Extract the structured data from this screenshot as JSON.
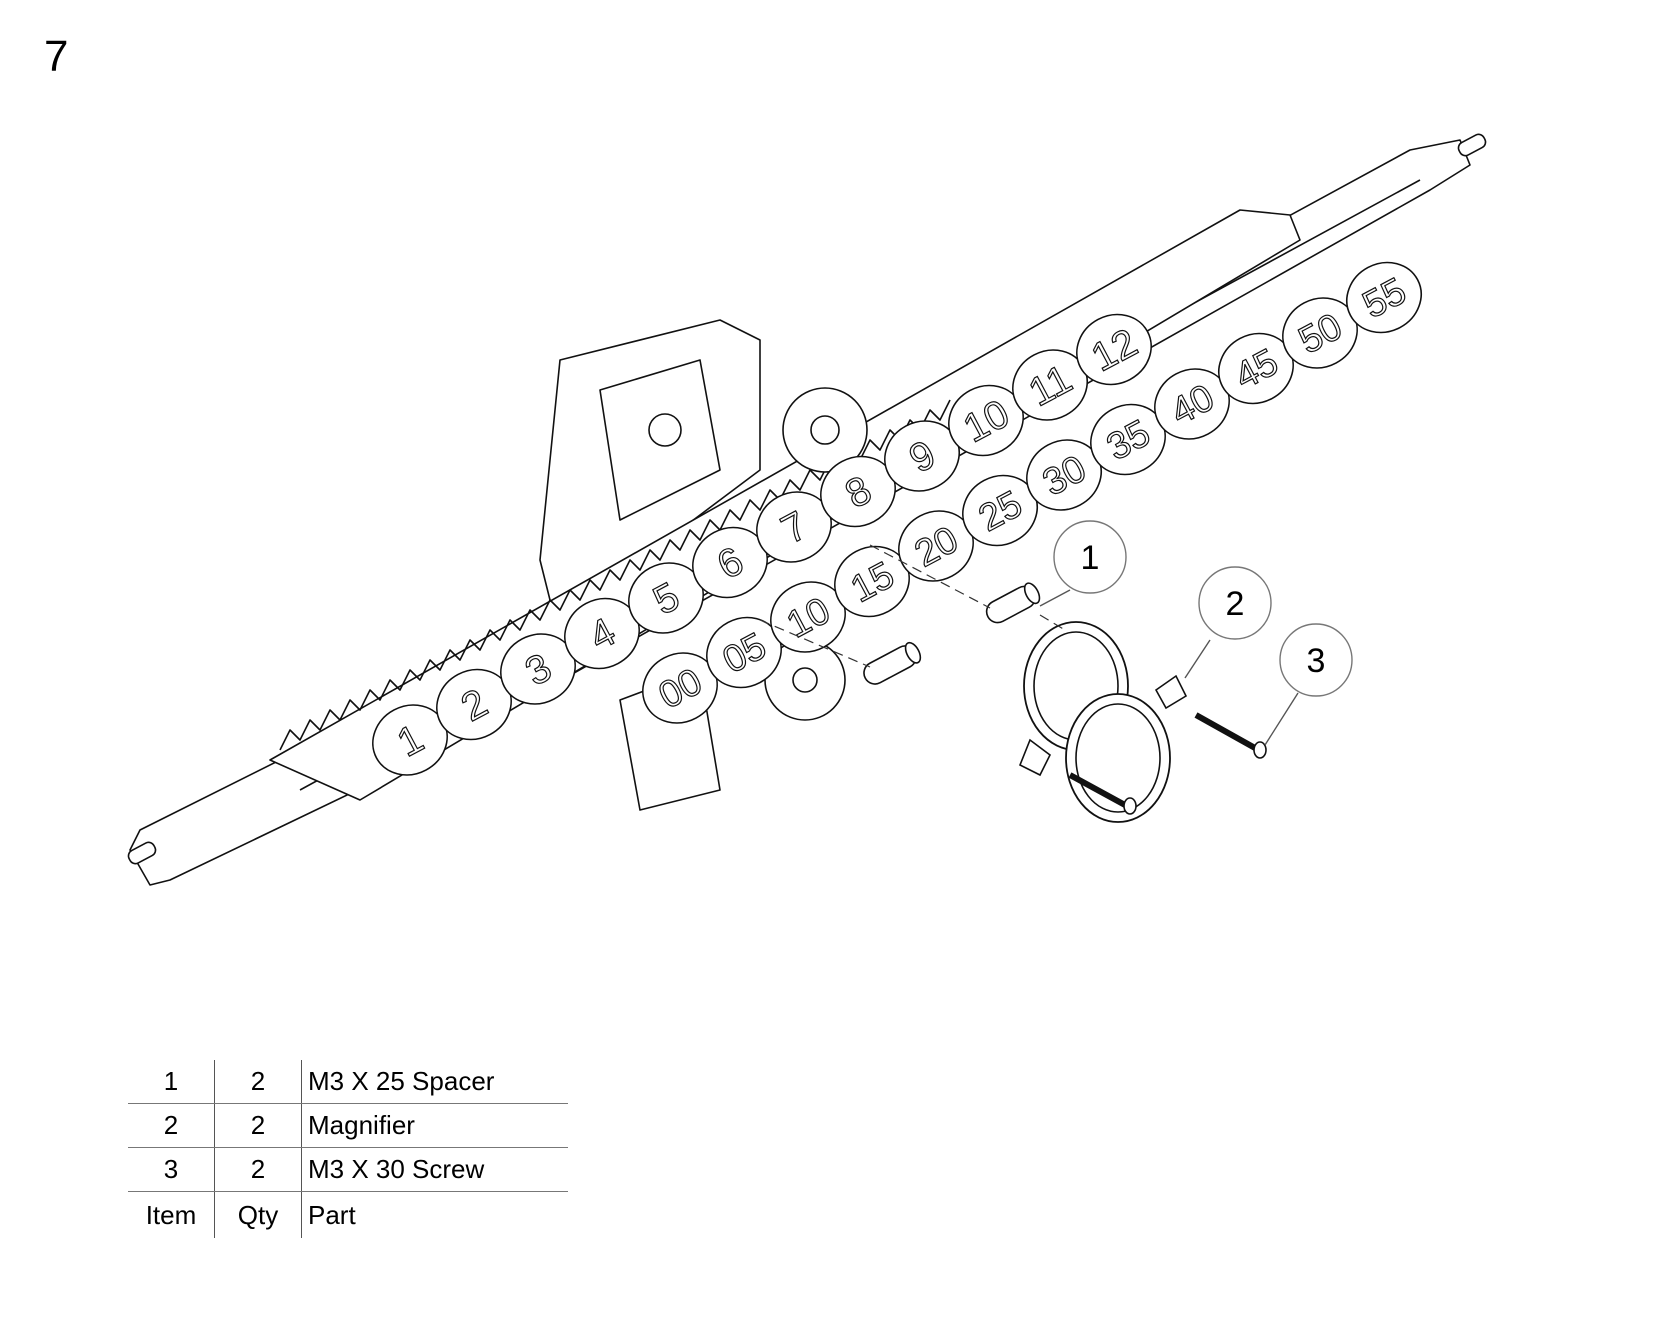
{
  "step_number": "7",
  "callouts": [
    {
      "label": "1"
    },
    {
      "label": "2"
    },
    {
      "label": "3"
    }
  ],
  "hour_digits": [
    "1",
    "2",
    "3",
    "4",
    "5",
    "6",
    "7",
    "8",
    "9",
    "10",
    "11",
    "12"
  ],
  "minute_digits": [
    "00",
    "05",
    "10",
    "15",
    "20",
    "25",
    "30",
    "35",
    "40",
    "45",
    "50",
    "55"
  ],
  "bom": {
    "headers": {
      "item": "Item",
      "qty": "Qty",
      "part": "Part"
    },
    "rows": [
      {
        "item": "1",
        "qty": "2",
        "part": "M3 X 25 Spacer"
      },
      {
        "item": "2",
        "qty": "2",
        "part": "Magnifier"
      },
      {
        "item": "3",
        "qty": "2",
        "part": "M3 X 30 Screw"
      }
    ]
  }
}
